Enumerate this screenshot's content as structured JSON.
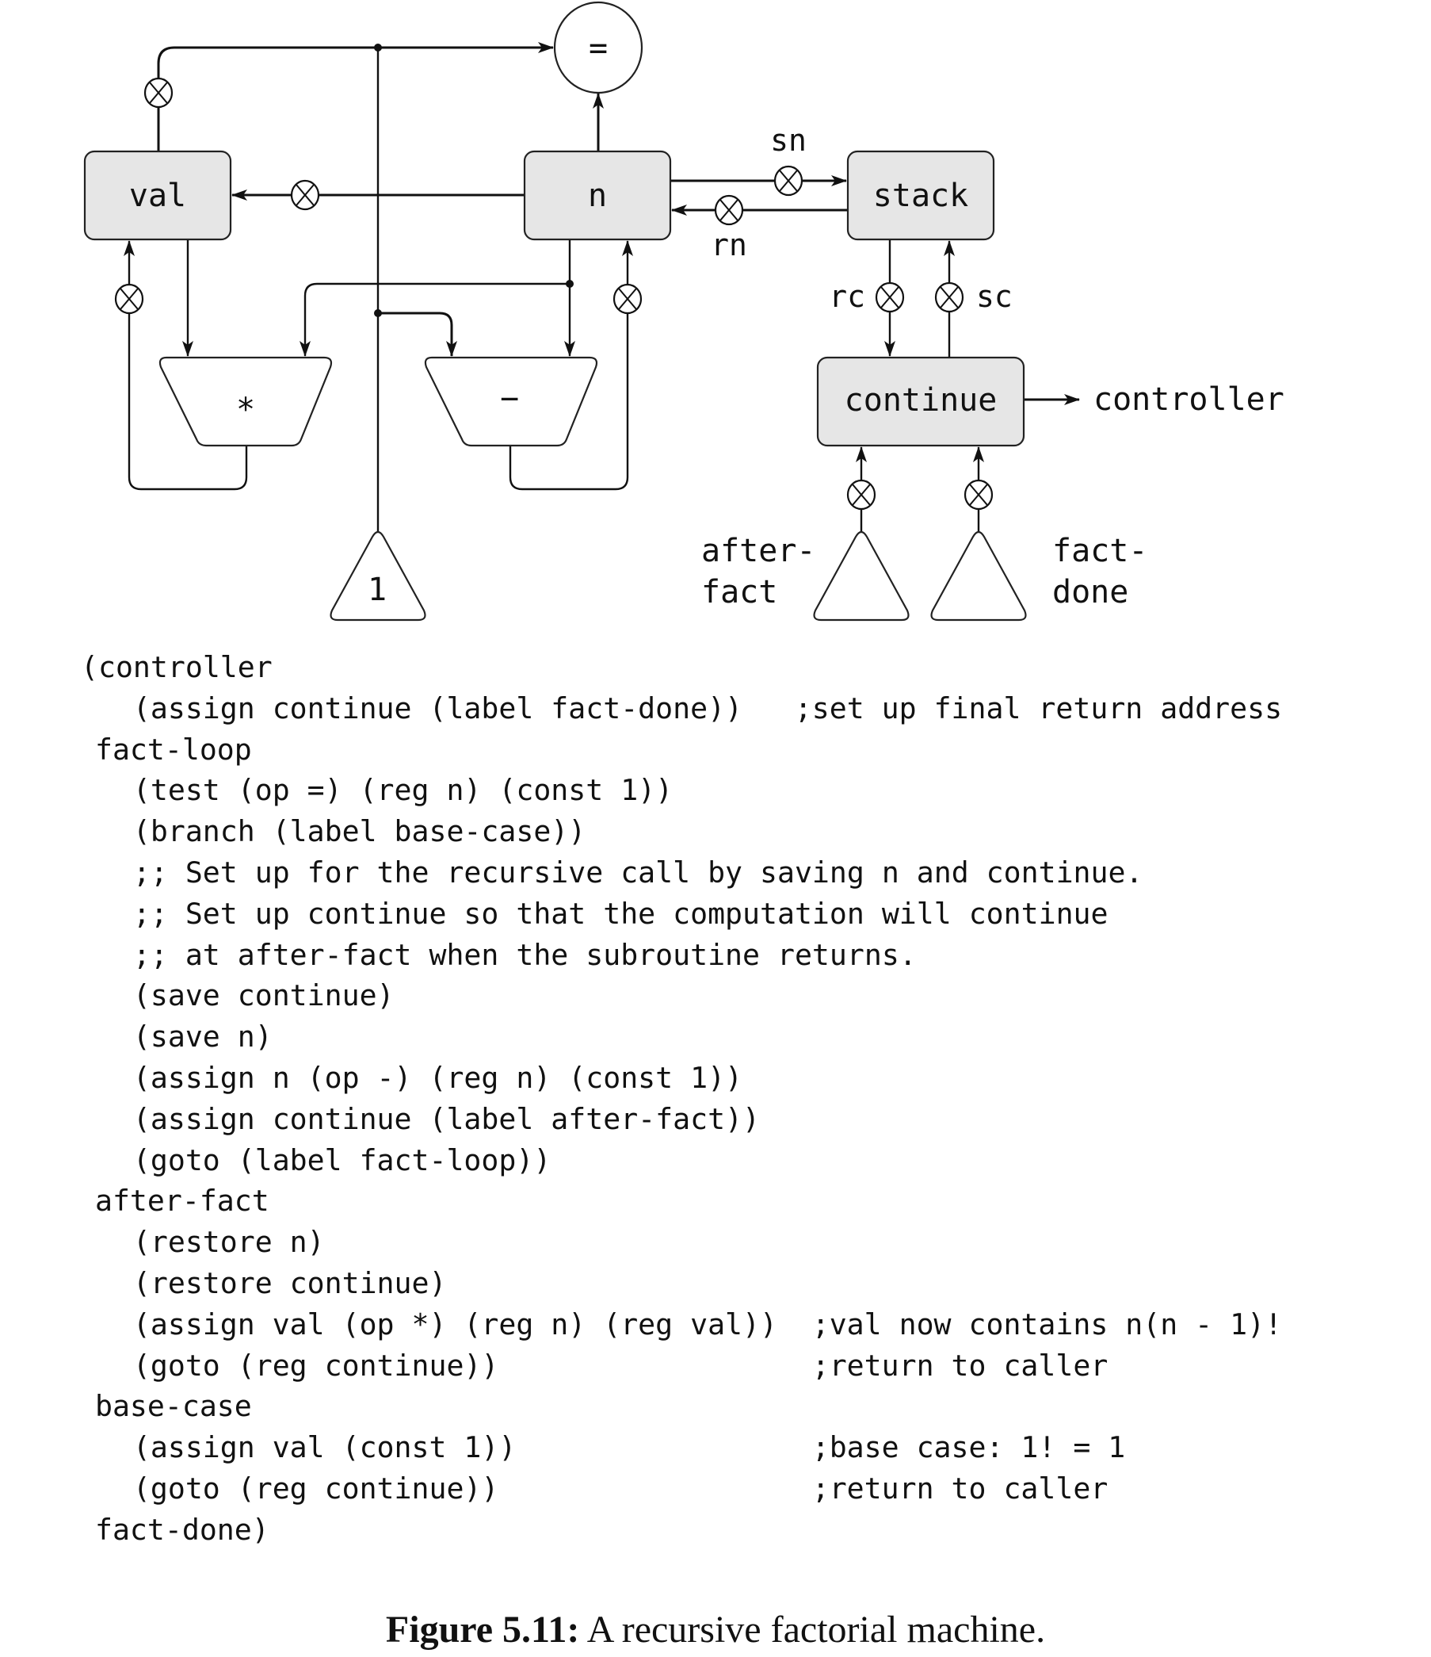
{
  "diagram": {
    "registers": {
      "val": "val",
      "n": "n",
      "stack": "stack",
      "continue": "continue"
    },
    "operations": {
      "test_equal": "=",
      "multiply": "*",
      "subtract": "−"
    },
    "constants": {
      "one": "1",
      "after_fact": [
        "after-",
        "fact"
      ],
      "fact_done": [
        "fact-",
        "done"
      ]
    },
    "button_labels": {
      "sn": "sn",
      "rn": "rn",
      "rc": "rc",
      "sc": "sc"
    },
    "output_label": "controller"
  },
  "code": [
    {
      "text": "(controller",
      "indent": 0
    },
    {
      "text": "(assign continue (label fact-done))",
      "indent": 3,
      "comment": ";set up final return address",
      "comment_col": 41
    },
    {
      "text": "fact-loop",
      "indent": 1
    },
    {
      "text": "(test (op =) (reg n) (const 1))",
      "indent": 3
    },
    {
      "text": "(branch (label base-case))",
      "indent": 3
    },
    {
      "text": ";; Set up for the recursive call by saving n and continue.",
      "indent": 3
    },
    {
      "text": ";; Set up continue so that the computation will continue",
      "indent": 3
    },
    {
      "text": ";; at after-fact when the subroutine returns.",
      "indent": 3
    },
    {
      "text": "(save continue)",
      "indent": 3
    },
    {
      "text": "(save n)",
      "indent": 3
    },
    {
      "text": "(assign n (op -) (reg n) (const 1))",
      "indent": 3
    },
    {
      "text": "(assign continue (label after-fact))",
      "indent": 3
    },
    {
      "text": "(goto (label fact-loop))",
      "indent": 3
    },
    {
      "text": "after-fact",
      "indent": 1
    },
    {
      "text": "(restore n)",
      "indent": 3
    },
    {
      "text": "(restore continue)",
      "indent": 3
    },
    {
      "text": "(assign val (op *) (reg n) (reg val))",
      "indent": 3,
      "comment": ";val now contains n(n - 1)!",
      "comment_col": 42
    },
    {
      "text": "(goto (reg continue))",
      "indent": 3,
      "comment": ";return to caller",
      "comment_col": 42
    },
    {
      "text": "base-case",
      "indent": 1
    },
    {
      "text": "(assign val (const 1))",
      "indent": 3,
      "comment": ";base case: 1! = 1",
      "comment_col": 42
    },
    {
      "text": "(goto (reg continue))",
      "indent": 3,
      "comment": ";return to caller",
      "comment_col": 42
    },
    {
      "text": "fact-done)",
      "indent": 1
    }
  ],
  "caption": {
    "label": "Figure 5.11:",
    "text": " A recursive factorial machine."
  }
}
